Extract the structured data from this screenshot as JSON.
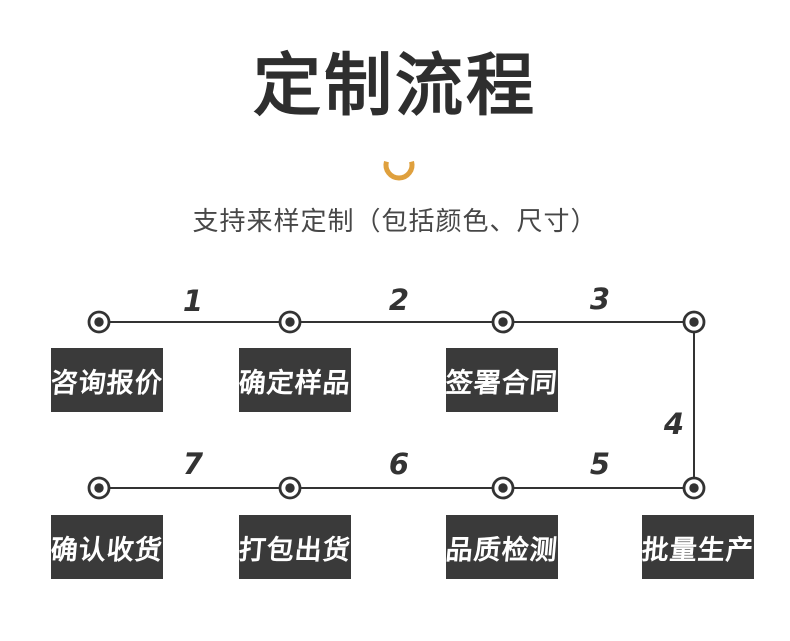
{
  "page": {
    "title": "定制流程",
    "subtitle": "支持来样定制（包括颜色、尺寸）"
  },
  "colors": {
    "background": "#ffffff",
    "title_text": "#2e2e2e",
    "subtitle_text": "#474747",
    "accent_arc": "#dfa03d",
    "connector_line": "#333333",
    "node_ring": "#333333",
    "segment_number_text": "#333333",
    "step_box_bg": "#3a3a3a",
    "step_box_text": "#ffffff"
  },
  "diagram": {
    "top_row": {
      "segment_numbers": [
        "1",
        "2",
        "3"
      ],
      "boxes": [
        "咨询报价",
        "确定样品",
        "签署合同"
      ]
    },
    "right_segment_number": "4",
    "bottom_row": {
      "segment_numbers": [
        "7",
        "6",
        "5"
      ],
      "boxes": [
        "确认收货",
        "打包出货",
        "品质检测",
        "批量生产"
      ]
    }
  }
}
